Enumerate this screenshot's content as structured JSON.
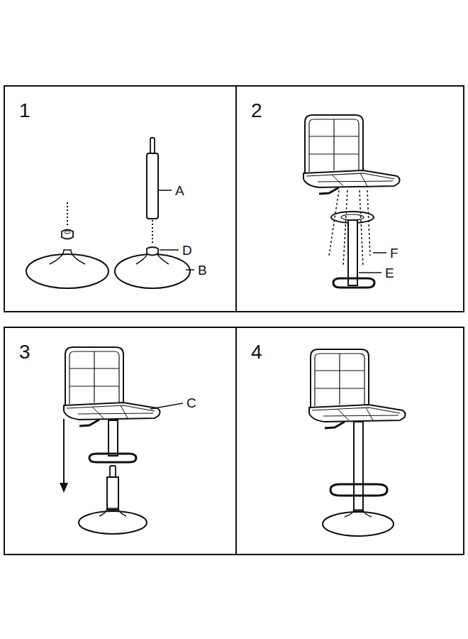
{
  "diagram": {
    "nodes": [
      {
        "text": [
          "1"
        ]
      },
      {
        "text": [
          "2"
        ]
      },
      {
        "text": [
          "3"
        ]
      },
      {
        "text": [
          "4"
        ]
      }
    ],
    "labels": [
      "A",
      "D",
      "B",
      "F",
      "E",
      "C"
    ]
  }
}
